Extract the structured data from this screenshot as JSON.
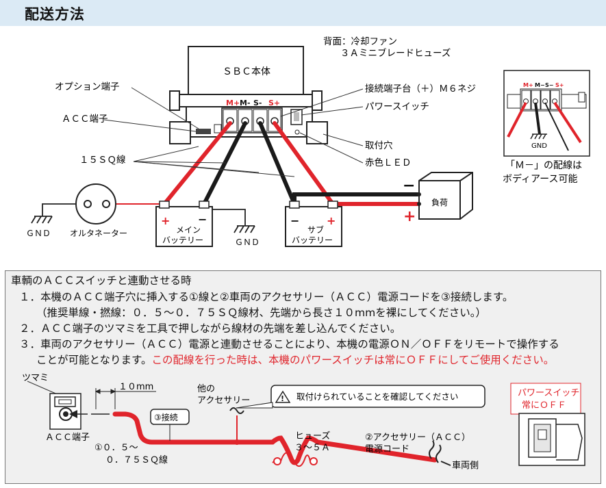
{
  "header": {
    "title": "配送方法"
  },
  "diagram": {
    "back_label": "背面：冷却ファン",
    "fuse_label": "３Ａミニブレードヒューズ",
    "body_label": "ＳＢＣ本体",
    "terminals": [
      "M+",
      "M-",
      "S-",
      "S+"
    ],
    "option_terminal": "オプション端子",
    "acc_terminal": "ＡＣＣ端子",
    "wire_15sq": "１５ＳＱ線",
    "terminal_block": "接続端子台（＋）Ｍ６ネジ",
    "power_switch": "パワースイッチ",
    "mount_hole": "取付穴",
    "red_led": "赤色ＬＥＤ",
    "gnd": "ＧＮＤ",
    "alternator": "オルタネーター",
    "main_battery_1": "メイン",
    "main_battery_2": "バッテリー",
    "sub_battery_1": "サブ",
    "sub_battery_2": "バッテリー",
    "load": "負荷",
    "inset_gnd": "GND",
    "inset_caption_1": "「Ｍ－」の配線は",
    "inset_caption_2": "ボディアース可能"
  },
  "panel": {
    "heading": "車輌のＡＣＣスイッチと連動させる時",
    "step1": "１．本機のＡＣＣ端子穴に挿入する①線と②車両のアクセサリー（ＡＣＣ）電源コードを③接続します。",
    "step1_note": "（推奨単線・撚線：０．５～０．７５ＳＱ線材、先端から長さ１０mmを裸にしてください。）",
    "step2": "２．ＡＣＣ端子のツマミを工具で押しながら線材の先端を差し込んでください。",
    "step3_a": "３．車両のアクセサリー（ＡＣＣ）電源と連動させることにより、本機の電源ＯＮ／ＯＦＦをリモートで操作する",
    "step3_b": "ことが可能となります。",
    "step3_warning": "この配線を行った時は、本機のパワースイッチは常にＯＦＦにしてご使用ください。",
    "knob": "ツマミ",
    "length_10mm": "１０mm",
    "acc_terminal": "ＡＣＣ端子",
    "wire_spec_1": "①０．５～",
    "wire_spec_2": "０．７５ＳＱ線",
    "connect": "③接続",
    "other_acc_1": "他の",
    "other_acc_2": "アクセサリー",
    "caution": "取付けられていることを確認してください",
    "fuse_1": "ヒューズ",
    "fuse_2": "３～５Ａ",
    "acc_cord_1": "②アクセサリー（ＡＣＣ）",
    "acc_cord_2": "電源コード",
    "vehicle_side": "車両側",
    "switch_off_1": "パワースイッチ",
    "switch_off_2": "常にＯＦＦ"
  },
  "colors": {
    "wire_red": "#e0242b",
    "wire_black": "#1a1a1a",
    "header_bg": "#dbeaf5",
    "panel_bg": "#f0f0f0"
  }
}
